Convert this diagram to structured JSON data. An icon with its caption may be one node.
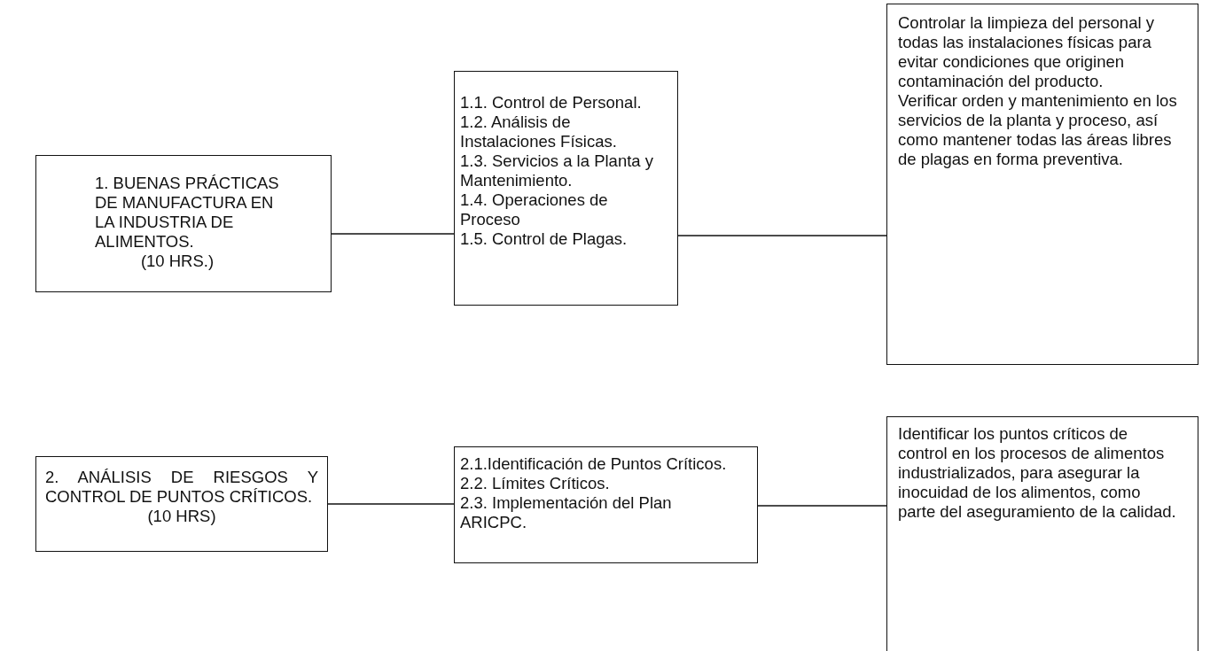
{
  "diagram": {
    "nodes": [
      {
        "text": [
          "1. BUENAS PRÁCTICAS DE MANUFACTURA EN LA INDUSTRIA DE ALIMENTOS.",
          "(10 HRS.)"
        ]
      },
      {
        "text": [
          "1.1. Control de Personal.",
          "1.2. Análisis de Instalaciones Físicas.",
          "1.3. Servicios a la Planta y Mantenimiento.",
          "1.4. Operaciones de Proceso",
          "1.5. Control de Plagas."
        ]
      },
      {
        "text": [
          "Controlar la limpieza del personal y todas las instalaciones físicas para evitar condiciones que originen contaminación del producto.",
          "Verificar orden y mantenimiento en los servicios de la planta y proceso, así como mantener todas las áreas libres de plagas en forma preventiva."
        ]
      },
      {
        "text": [
          "2. ANÁLISIS DE RIESGOS Y CONTROL DE PUNTOS CRÍTICOS.",
          "(10 HRS)"
        ]
      },
      {
        "text": [
          "2.1.Identificación de Puntos Críticos.",
          "2.2. Límites Críticos.",
          "2.3. Implementación del Plan ARICPC."
        ]
      },
      {
        "text": [
          "Identificar los puntos críticos de control en los procesos de alimentos industrializados, para asegurar la inocuidad de los alimentos, como parte del aseguramiento de la calidad."
        ]
      }
    ],
    "edges": [
      {
        "from": 0,
        "to": 1,
        "arrow": "none"
      },
      {
        "from": 1,
        "to": 2,
        "arrow": "none"
      },
      {
        "from": 3,
        "to": 4,
        "arrow": "none"
      },
      {
        "from": 4,
        "to": 5,
        "arrow": "none"
      }
    ]
  }
}
